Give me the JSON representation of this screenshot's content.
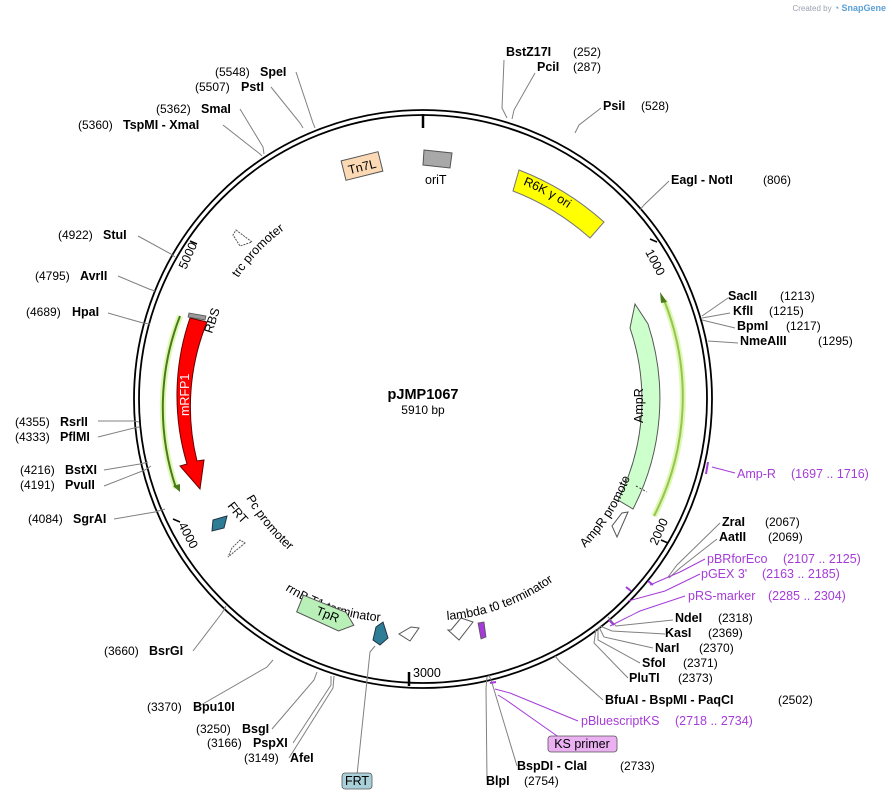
{
  "credit": {
    "prefix": "Created by",
    "brand": "SnapGene"
  },
  "plasmid": {
    "name": "pJMP1067",
    "size_label": "5910 bp"
  },
  "ticks": [
    {
      "label": "1000",
      "bp": 1000
    },
    {
      "label": "2000",
      "bp": 2000
    },
    {
      "label": "3000",
      "bp": 3000
    },
    {
      "label": "4000",
      "bp": 4000
    },
    {
      "label": "5000",
      "bp": 5000
    }
  ],
  "sites": [
    {
      "name": "BstZ17I",
      "pos": "(252)"
    },
    {
      "name": "PciI",
      "pos": "(287)"
    },
    {
      "name": "PsiI",
      "pos": "(528)"
    },
    {
      "name": "EagI - NotI",
      "pos": "(806)"
    },
    {
      "name": "SacII",
      "pos": "(1213)"
    },
    {
      "name": "KflI",
      "pos": "(1215)"
    },
    {
      "name": "BpmI",
      "pos": "(1217)"
    },
    {
      "name": "NmeAIII",
      "pos": "(1295)"
    },
    {
      "name": "ZraI",
      "pos": "(2067)"
    },
    {
      "name": "AatII",
      "pos": "(2069)"
    },
    {
      "name": "NdeI",
      "pos": "(2318)"
    },
    {
      "name": "KasI",
      "pos": "(2369)"
    },
    {
      "name": "NarI",
      "pos": "(2370)"
    },
    {
      "name": "SfoI",
      "pos": "(2371)"
    },
    {
      "name": "PluTI",
      "pos": "(2373)"
    },
    {
      "name": "BfuAI - BspMI - PaqCI",
      "pos": "(2502)"
    },
    {
      "name": "BspDI - ClaI",
      "pos": "(2733)"
    },
    {
      "name": "BlpI",
      "pos": "(2754)"
    },
    {
      "name": "AfeI",
      "pos": "(3149)"
    },
    {
      "name": "PspXI",
      "pos": "(3166)"
    },
    {
      "name": "BsgI",
      "pos": "(3250)"
    },
    {
      "name": "Bpu10I",
      "pos": "(3370)"
    },
    {
      "name": "BsrGI",
      "pos": "(3660)"
    },
    {
      "name": "SgrAI",
      "pos": "(4084)"
    },
    {
      "name": "PvuII",
      "pos": "(4191)"
    },
    {
      "name": "BstXI",
      "pos": "(4216)"
    },
    {
      "name": "PflMI",
      "pos": "(4333)"
    },
    {
      "name": "RsrII",
      "pos": "(4355)"
    },
    {
      "name": "HpaI",
      "pos": "(4689)"
    },
    {
      "name": "AvrII",
      "pos": "(4795)"
    },
    {
      "name": "StuI",
      "pos": "(4922)"
    },
    {
      "name": "TspMI - XmaI",
      "pos": "(5360)"
    },
    {
      "name": "SmaI",
      "pos": "(5362)"
    },
    {
      "name": "PstI",
      "pos": "(5507)"
    },
    {
      "name": "SpeI",
      "pos": "(5548)"
    }
  ],
  "primers": [
    {
      "name": "Amp-R",
      "pos": "(1697 .. 1716)"
    },
    {
      "name": "pBRforEco",
      "pos": "(2107 .. 2125)"
    },
    {
      "name": "pGEX 3'",
      "pos": "(2163 .. 2185)"
    },
    {
      "name": "pRS-marker",
      "pos": "(2285 .. 2304)"
    },
    {
      "name": "pBluescriptKS",
      "pos": "(2718 .. 2734)"
    },
    {
      "name": "KS primer",
      "pos": ""
    }
  ],
  "features": [
    {
      "name": "oriT"
    },
    {
      "name": "Tn7L"
    },
    {
      "name": "R6K γ ori"
    },
    {
      "name": "AmpR"
    },
    {
      "name": "AmpR promoter"
    },
    {
      "name": "lambda t0 terminator"
    },
    {
      "name": "rrnB T1 terminator"
    },
    {
      "name": "TpR"
    },
    {
      "name": "FRT"
    },
    {
      "name": "Pc promoter"
    },
    {
      "name": "FRT"
    },
    {
      "name": "mRFP1"
    },
    {
      "name": "RBS"
    },
    {
      "name": "trc promoter"
    }
  ],
  "colors": {
    "backbone": "#000000",
    "ori": "#ffff00",
    "ampr": "#ccffcc",
    "mrfp1": "#ff0000",
    "tpr": "#b8f0b8",
    "tn7l": "#fbd9b5",
    "frt": "#2e7d96",
    "primer": "#a53bd8",
    "leader": "#808080"
  }
}
